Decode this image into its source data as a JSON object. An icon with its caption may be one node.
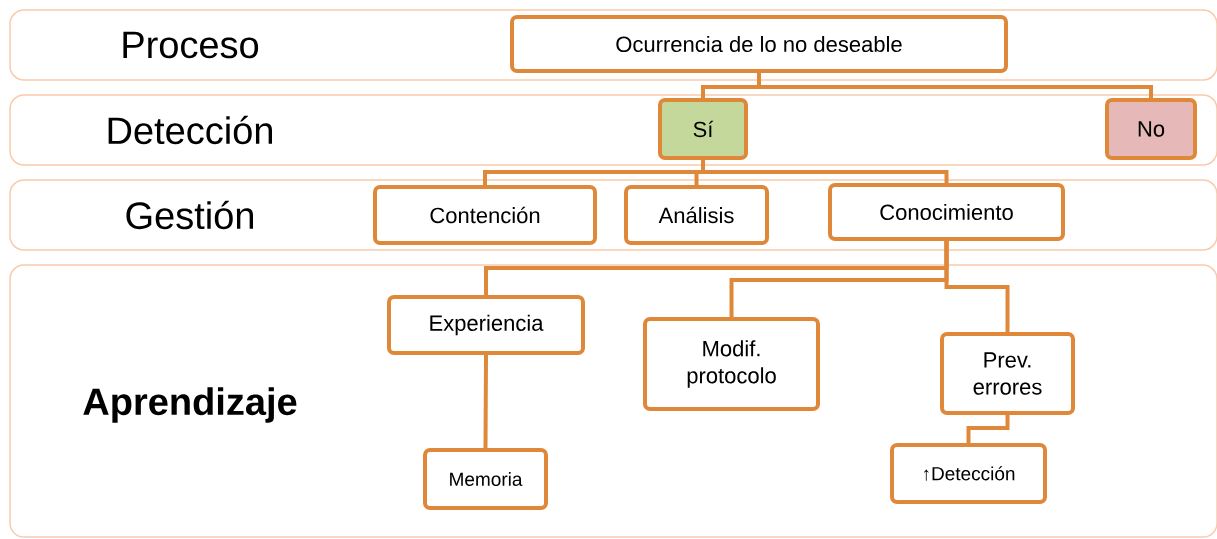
{
  "diagram": {
    "nodes": [
      {
        "text": [
          "Proceso"
        ]
      },
      {
        "text": [
          "Ocurrencia de lo no deseable"
        ],
        "in": 0
      },
      {
        "text": [
          "Detección"
        ]
      },
      {
        "text": [
          "Sí"
        ],
        "in": 2
      },
      {
        "text": [
          "No"
        ],
        "in": 2
      },
      {
        "text": [
          "Gestión"
        ]
      },
      {
        "text": [
          "Contención"
        ],
        "in": 5
      },
      {
        "text": [
          "Análisis"
        ],
        "in": 5
      },
      {
        "text": [
          "Conocimiento"
        ],
        "in": 5
      },
      {
        "text": [
          "Aprendizaje"
        ]
      },
      {
        "text": [
          "Experiencia"
        ],
        "in": 9
      },
      {
        "text": [
          "Modif. protocolo"
        ],
        "in": 9
      },
      {
        "text": [
          "Prev. errores"
        ],
        "in": 9
      },
      {
        "text": [
          "Memoria"
        ],
        "in": 9
      },
      {
        "text": [
          "↑Detección"
        ],
        "in": 9
      }
    ],
    "edges": [
      {
        "from": 1,
        "to": 3,
        "arrow": "none"
      },
      {
        "from": 1,
        "to": 4,
        "arrow": "none"
      },
      {
        "from": 3,
        "to": 6,
        "arrow": "none"
      },
      {
        "from": 3,
        "to": 7,
        "arrow": "none"
      },
      {
        "from": 3,
        "to": 8,
        "arrow": "none"
      },
      {
        "from": 8,
        "to": 10,
        "arrow": "none"
      },
      {
        "from": 8,
        "to": 11,
        "arrow": "none"
      },
      {
        "from": 8,
        "to": 12,
        "arrow": "none"
      },
      {
        "from": 10,
        "to": 13,
        "arrow": "none"
      },
      {
        "from": 12,
        "to": 14,
        "arrow": "none"
      }
    ]
  }
}
